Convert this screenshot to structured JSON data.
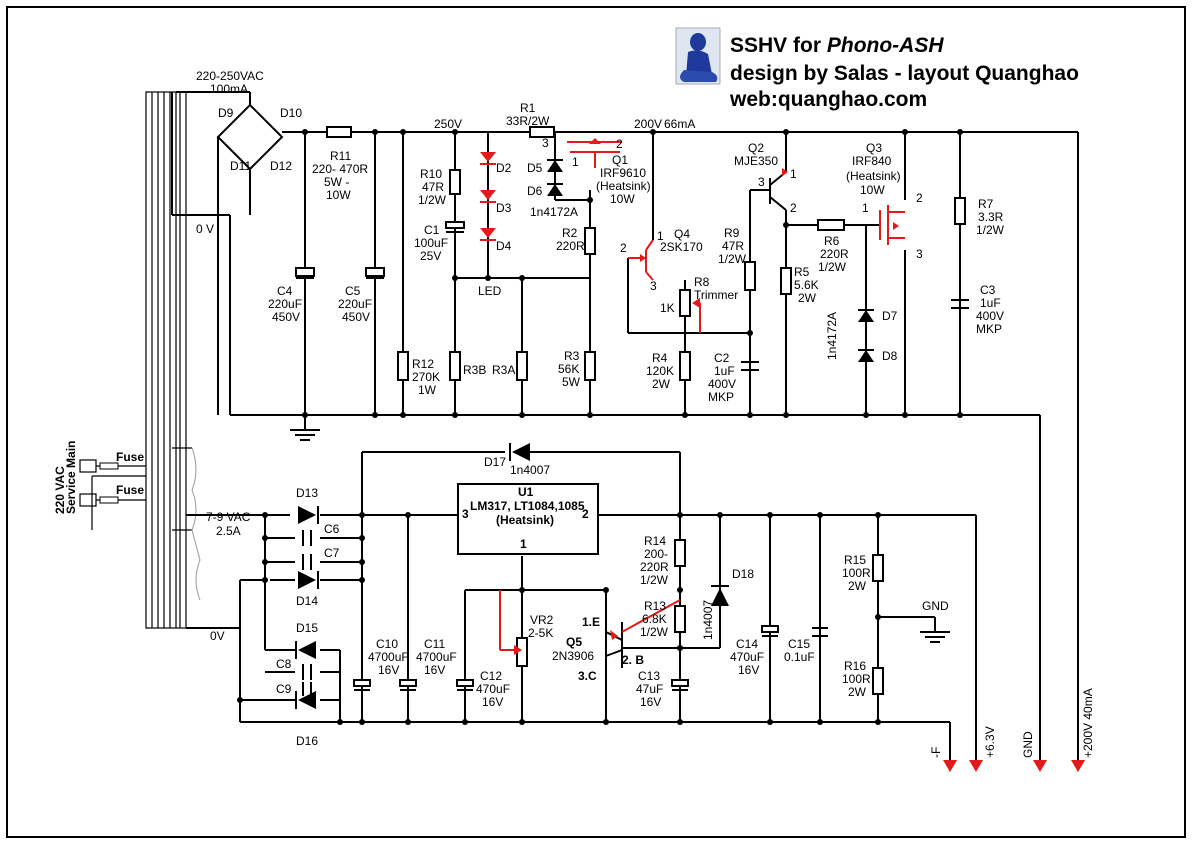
{
  "title": {
    "line1_prefix": "SSHV for ",
    "line1_italic": "Phono-ASH",
    "line2": "design by Salas - layout Quanghao",
    "line3": "web:quanghao.com"
  },
  "hv": {
    "mains_top": "220-250VAC",
    "mains_bot": "100mA",
    "zero_v": "0 V",
    "v250": "250V",
    "v200": "200V",
    "ma66": "66mA",
    "led": "LED"
  },
  "lv": {
    "ac_top": "7-9 VAC",
    "ac_bot": "2.5A",
    "zero_v": "0V",
    "fuse1": "Fuse",
    "fuse2": "Fuse",
    "mains_v": "220 VAC",
    "mains_lbl": "Service   Main"
  },
  "u1": {
    "name": "U1",
    "part": "LM317, LT1084,1085",
    "note": "(Heatsink)",
    "pin3": "3",
    "pin2": "2",
    "pin1": "1"
  },
  "outputs": {
    "neg_f": "-F",
    "p63": "+6.3V",
    "gnd": "GND",
    "p200": "+200V 40mA",
    "gnd_sym": "GND"
  },
  "labels": {
    "D9": "D9",
    "D10": "D10",
    "D11": "D11",
    "D12": "D12",
    "R11a": "R11",
    "R11b": "220- 470R",
    "R11c": "5W -",
    "R11d": "10W",
    "C4a": "C4",
    "C4b": "220uF",
    "C4c": "450V",
    "C5a": "C5",
    "C5b": "220uF",
    "C5c": "450V",
    "R12a": "R12",
    "R12b": "270K",
    "R12c": "1W",
    "R10a": "R10",
    "R10b": "47R",
    "R10c": "1/2W",
    "C1a": "C1",
    "C1b": "100uF",
    "C1c": "25V",
    "R3B": "R3B",
    "R3A": "R3A",
    "D2": "D2",
    "D3": "D3",
    "D4": "D4",
    "R1a": "R1",
    "R1b": "33R/2W",
    "D5": "D5",
    "D6": "D6",
    "D56": "1n4172A",
    "R2a": "R2",
    "R2b": "220R",
    "R3a": "R3",
    "R3b": "56K",
    "R3c": "5W",
    "Q1a": "Q1",
    "Q1b": "IRF9610",
    "Q1c": "(Heatsink)",
    "Q1d": "10W",
    "Q4a": "Q4",
    "Q4b": "2SK170",
    "R8a": "R8",
    "R8b": "Trimmer",
    "R8c": "1K",
    "R4a": "R4",
    "R4b": "120K",
    "R4c": "2W",
    "C2a": "C2",
    "C2b": "1uF",
    "C2c": "400V",
    "C2d": "MKP",
    "R9a": "R9",
    "R9b": "47R",
    "R9c": "1/2W",
    "Q2a": "Q2",
    "Q2b": "MJE350",
    "R5a": "R5",
    "R5b": "5.6K",
    "R5c": "2W",
    "R6a": "R6",
    "R6b": "220R",
    "R6c": "1/2W",
    "Q3a": "Q3",
    "Q3b": "IRF840",
    "Q3c": "(Heatsink)",
    "Q3d": "10W",
    "D7": "D7",
    "D8": "D8",
    "D78": "1n4172A",
    "R7a": "R7",
    "R7b": "3.3R",
    "R7c": "1/2W",
    "C3a": "C3",
    "C3b": "1uF",
    "C3c": "400V",
    "C3d": "MKP",
    "D13": "D13",
    "D14": "D14",
    "D15": "D15",
    "D16": "D16",
    "C6": "C6",
    "C7": "C7",
    "C8": "C8",
    "C9": "C9",
    "D17a": "D17",
    "D17b": "1n4007",
    "C10a": "C10",
    "C10b": "4700uF",
    "C10c": "16V",
    "C11a": "C11",
    "C11b": "4700uF",
    "C11c": "16V",
    "C12a": "C12",
    "C12b": "470uF",
    "C12c": "16V",
    "VR2a": "VR2",
    "VR2b": "2-5K",
    "Q5a": "Q5",
    "Q5b": "2N3906",
    "Q5e": "1.E",
    "Q5bb": "2. B",
    "Q5c": "3.C",
    "R14a": "R14",
    "R14b": "200-",
    "R14c": "220R",
    "R14d": "1/2W",
    "R13a": "R13",
    "R13b": "6.8K",
    "R13c": "1/2W",
    "C13a": "C13",
    "C13b": "47uF",
    "C13c": "16V",
    "D18a": "D18",
    "D18b": "1n4007",
    "C14a": "C14",
    "C14b": "470uF",
    "C14c": "16V",
    "C15a": "C15",
    "C15b": "0.1uF",
    "R15a": "R15",
    "R15b": "100R",
    "R15c": "2W",
    "R16a": "R16",
    "R16b": "100R",
    "R16c": "2W",
    "p1": "1",
    "p2": "2",
    "p3": "3"
  },
  "colors": {
    "accent": "#e41a1a",
    "line": "#000000",
    "logo": "#1f3a9a"
  }
}
